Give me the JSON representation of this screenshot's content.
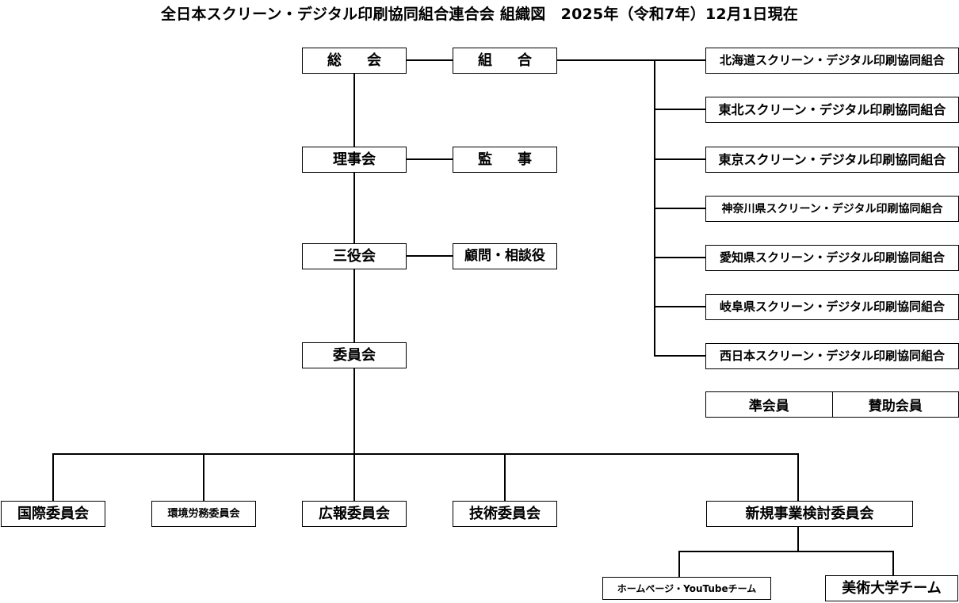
{
  "title": "全日本スクリーン・デジタル印刷協同組合連合会 組織図　2025年（令和7年）12月1日現在",
  "organization": "全日本スクリーン・デジタル印刷協同組合連合会",
  "chart_label": "組織図",
  "as_of_date": "2025年（令和7年）12月1日現在",
  "governance": {
    "general_assembly": "総　会",
    "union": "組　合",
    "board_of_directors": "理事会",
    "auditor": "監　事",
    "executive_committee": "三役会",
    "advisor": "顧問・相談役",
    "committee": "委員会"
  },
  "member_unions": [
    {
      "label": "北海道スクリーン・デジタル印刷協同組合"
    },
    {
      "label": "東北スクリーン・デジタル印刷協同組合"
    },
    {
      "label": "東京スクリーン・デジタル印刷協同組合"
    },
    {
      "label": "神奈川県スクリーン・デジタル印刷協同組合"
    },
    {
      "label": "愛知県スクリーン・デジタル印刷協同組合"
    },
    {
      "label": "岐阜県スクリーン・デジタル印刷協同組合"
    },
    {
      "label": "西日本スクリーン・デジタル印刷協同組合"
    }
  ],
  "member_classes": {
    "associate": "準会員",
    "supporting": "賛助会員"
  },
  "committees": [
    {
      "label": "国際委員会"
    },
    {
      "label": "環境労務委員会"
    },
    {
      "label": "広報委員会"
    },
    {
      "label": "技術委員会"
    },
    {
      "label": "新規事業検討委員会"
    }
  ],
  "teams": [
    {
      "label": "ホームページ・YouTubeチーム"
    },
    {
      "label": "美術大学チーム"
    }
  ],
  "colors": {
    "background": "#ffffff",
    "line": "#000000",
    "text": "#000000"
  }
}
